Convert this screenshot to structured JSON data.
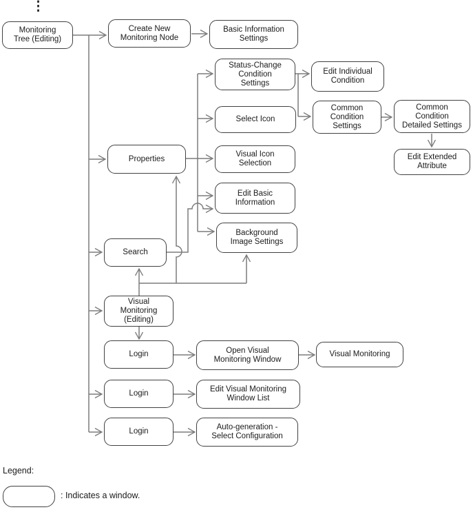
{
  "diagram": {
    "continuation_ellipsis": "⋮",
    "line_color": "#7b7b7b",
    "box_border_color": "#404040",
    "nodes": {
      "monitoring_tree_editing": {
        "label": "Monitoring\nTree (Editing)"
      },
      "create_new_monitoring_node": {
        "label": "Create New\nMonitoring Node"
      },
      "basic_information_settings": {
        "label": "Basic Information\nSettings"
      },
      "status_change_condition_settings": {
        "label": "Status-Change\nCondition\nSettings"
      },
      "edit_individual_condition": {
        "label": "Edit Individual\nCondition"
      },
      "select_icon": {
        "label": "Select Icon"
      },
      "common_condition_settings": {
        "label": "Common\nCondition\nSettings"
      },
      "common_condition_detailed_settings": {
        "label": "Common\nCondition\nDetailed Settings"
      },
      "edit_extended_attribute": {
        "label": "Edit Extended\nAttribute"
      },
      "properties": {
        "label": "Properties"
      },
      "visual_icon_selection": {
        "label": "Visual Icon\nSelection"
      },
      "edit_basic_information": {
        "label": "Edit Basic\nInformation"
      },
      "background_image_settings": {
        "label": "Background\nImage Settings"
      },
      "search": {
        "label": "Search"
      },
      "visual_monitoring_editing": {
        "label": "Visual\nMonitoring\n(Editing)"
      },
      "login_1": {
        "label": "Login"
      },
      "open_visual_monitoring_window": {
        "label": "Open Visual\nMonitoring Window"
      },
      "visual_monitoring": {
        "label": "Visual Monitoring"
      },
      "login_2": {
        "label": "Login"
      },
      "edit_visual_monitoring_window_list": {
        "label": "Edit Visual Monitoring\nWindow List"
      },
      "login_3": {
        "label": "Login"
      },
      "auto_generation_select_configuration": {
        "label": "Auto-generation -\nSelect Configuration"
      }
    },
    "edges": [
      {
        "from": "monitoring_tree_editing",
        "to": "create_new_monitoring_node"
      },
      {
        "from": "create_new_monitoring_node",
        "to": "basic_information_settings"
      },
      {
        "from": "monitoring_tree_editing",
        "to": "properties"
      },
      {
        "from": "monitoring_tree_editing",
        "to": "search"
      },
      {
        "from": "monitoring_tree_editing",
        "to": "visual_monitoring_editing"
      },
      {
        "from": "monitoring_tree_editing",
        "to": "login_2"
      },
      {
        "from": "monitoring_tree_editing",
        "to": "login_3"
      },
      {
        "from": "properties",
        "to": "status_change_condition_settings"
      },
      {
        "from": "properties",
        "to": "select_icon"
      },
      {
        "from": "properties",
        "to": "visual_icon_selection"
      },
      {
        "from": "properties",
        "to": "edit_basic_information"
      },
      {
        "from": "properties",
        "to": "background_image_settings"
      },
      {
        "from": "status_change_condition_settings",
        "to": "edit_individual_condition"
      },
      {
        "from": "status_change_condition_settings",
        "to": "common_condition_settings"
      },
      {
        "from": "common_condition_settings",
        "to": "common_condition_detailed_settings"
      },
      {
        "from": "common_condition_detailed_settings",
        "to": "edit_extended_attribute"
      },
      {
        "from": "search",
        "to": "edit_basic_information"
      },
      {
        "from": "visual_monitoring_editing",
        "to": "search"
      },
      {
        "from": "visual_monitoring_editing",
        "to": "properties"
      },
      {
        "from": "visual_monitoring_editing",
        "to": "background_image_settings"
      },
      {
        "from": "visual_monitoring_editing",
        "to": "login_1"
      },
      {
        "from": "login_1",
        "to": "open_visual_monitoring_window"
      },
      {
        "from": "open_visual_monitoring_window",
        "to": "visual_monitoring"
      },
      {
        "from": "login_2",
        "to": "edit_visual_monitoring_window_list"
      },
      {
        "from": "login_3",
        "to": "auto_generation_select_configuration"
      }
    ]
  },
  "legend": {
    "title": "Legend:",
    "description": ": Indicates a window."
  }
}
